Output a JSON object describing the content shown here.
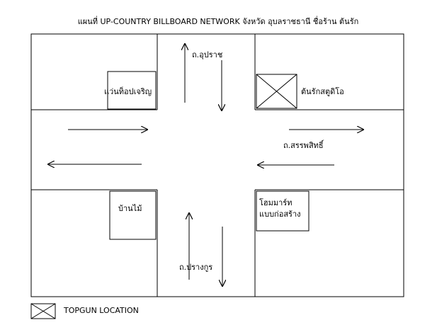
{
  "title": "แผนที่ UP-COUNTRY BILLBOARD NETWORK จังหวัด อุบลราชธานี ชื่อร้าน ต้นรัก",
  "roads": {
    "north": "ถ.อุปราช",
    "east": "ถ.สรรพสิทธิ์",
    "south": "ถ.ปรางกูร"
  },
  "landmarks": {
    "top_left": "แว่นท็อปเจริญ",
    "top_right": "ต้นรักสตูดิโอ",
    "bottom_left": "บ้านไม้",
    "bottom_right_line1": "โฮมมาร์ท",
    "bottom_right_line2": "แบบก่อสร้าง"
  },
  "legend": {
    "label": "TOPGUN LOCATION"
  },
  "colors": {
    "line": "#000000",
    "background": "#ffffff"
  }
}
